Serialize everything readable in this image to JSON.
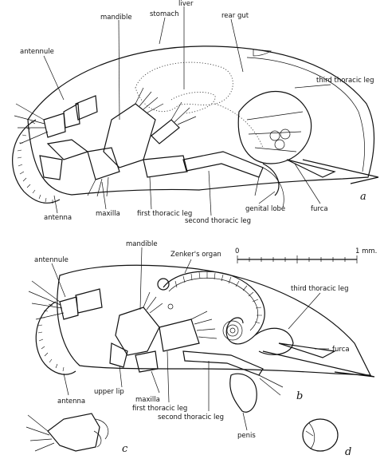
{
  "figure_a": {
    "labels": {
      "liver": "liver",
      "stomach": "stomach",
      "rear_gut": "rear gut",
      "mandible": "mandible",
      "antennule": "antennule",
      "third_thoracic_leg": "third thoracic leg",
      "antenna": "antenna",
      "maxilla": "maxilla",
      "first_thoracic_leg": "first thoracic leg",
      "second_thoracic_leg": "second thoracic leg",
      "genital_lobe": "genital lobe",
      "furca": "furca"
    },
    "panel_letter": "a"
  },
  "figure_b": {
    "labels": {
      "zenkers_organ": "Zenker's organ",
      "mandible": "mandible",
      "antennule": "antennule",
      "third_thoracic_leg": "third thoracic leg",
      "furca": "furca",
      "antenna": "antenna",
      "upper_lip": "upper lip",
      "maxilla": "maxilla",
      "first_thoracic_leg": "first thoracic leg",
      "second_thoracic_leg": "second thoracic leg",
      "penis": "penis"
    },
    "panel_letter": "b"
  },
  "scale_bar": {
    "start_label": "0",
    "end_label": "1 mm."
  },
  "figure_c": {
    "panel_letter": "c"
  },
  "figure_d": {
    "panel_letter": "d"
  }
}
